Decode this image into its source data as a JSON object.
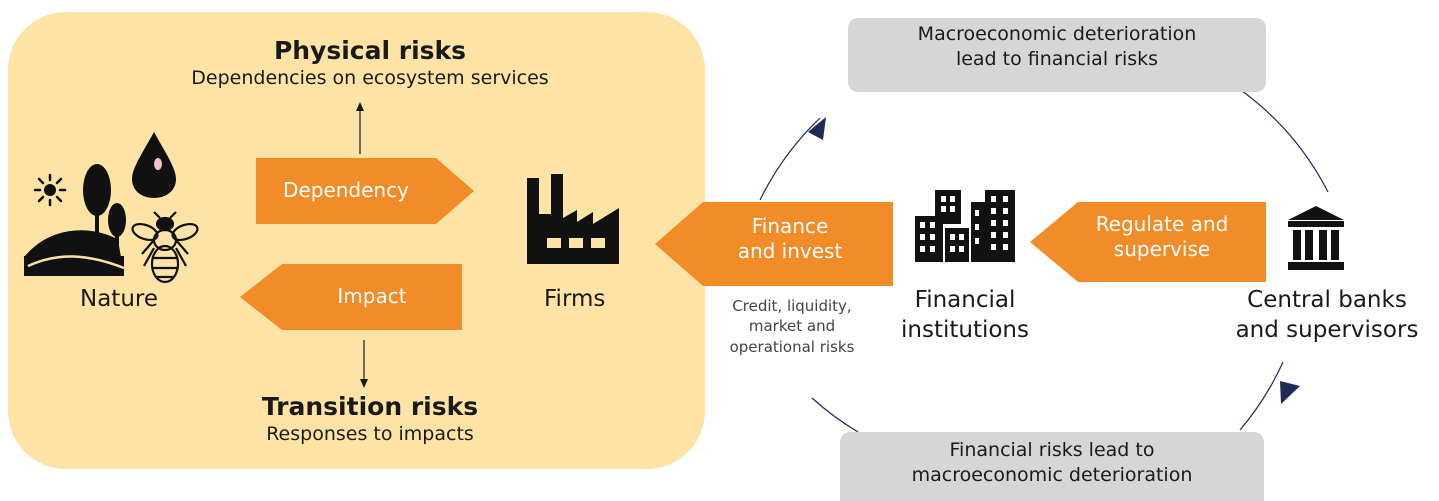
{
  "panel": {
    "physical_title": "Physical risks",
    "physical_sub": "Dependencies on ecosystem services",
    "transition_title": "Transition risks",
    "transition_sub": "Responses to impacts",
    "dependency_label": "Dependency",
    "impact_label": "Impact",
    "nature_label": "Nature",
    "firms_label": "Firms"
  },
  "flow": {
    "finance_label_1": "Finance",
    "finance_label_2": "and invest",
    "regulate_label_1": "Regulate and",
    "regulate_label_2": "supervise",
    "risks_note_1": "Credit, liquidity,",
    "risks_note_2": "market and",
    "risks_note_3": "operational risks",
    "fi_label_1": "Financial",
    "fi_label_2": "institutions",
    "cb_label_1": "Central banks",
    "cb_label_2": "and supervisors"
  },
  "cycle": {
    "top_box_1": "Macroeconomic deterioration",
    "top_box_2": "lead to financial risks",
    "bottom_box_1": "Financial risks lead to",
    "bottom_box_2": "macroeconomic deterioration"
  },
  "colors": {
    "panel_bg": "#fde4a6",
    "arrow_orange": "#f28c28",
    "box_gray": "#d6d6d6",
    "cycle_navy": "#1f2a55"
  },
  "icons": [
    "sun-icon",
    "landscape-trees-icon",
    "water-drop-icon",
    "bee-icon",
    "factory-icon",
    "office-buildings-icon",
    "bank-icon"
  ]
}
